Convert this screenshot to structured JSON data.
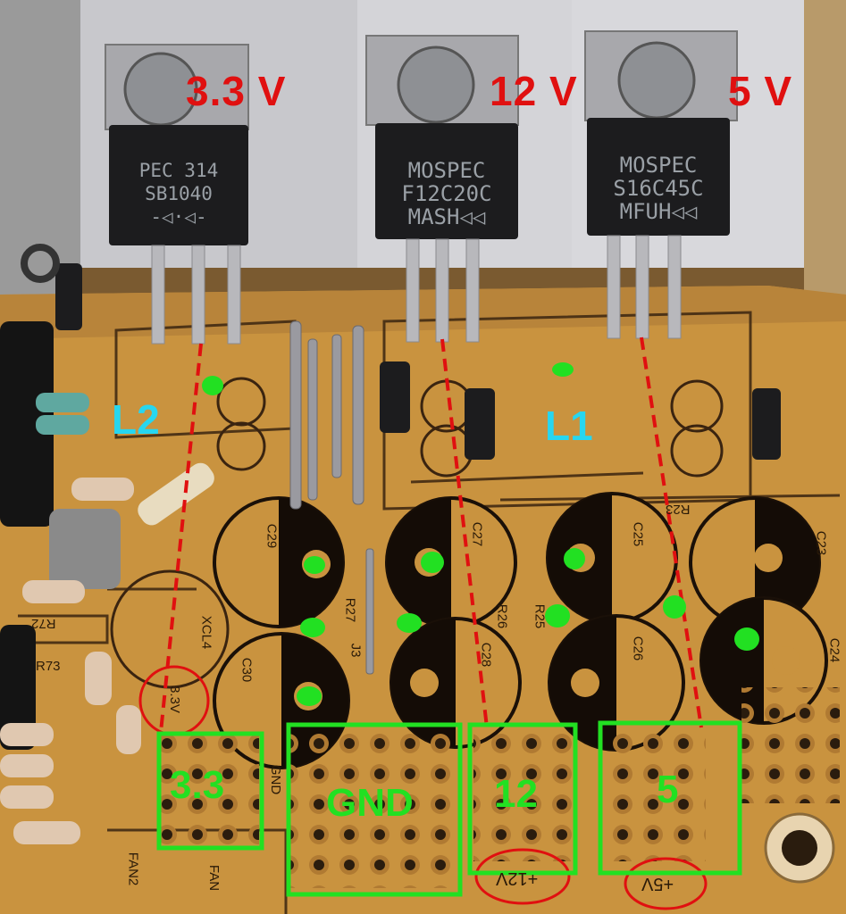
{
  "regulators": [
    {
      "voltage_label": "3.3 V",
      "marking": [
        "PEC 314",
        "SB1040",
        "-◁·◁-"
      ]
    },
    {
      "voltage_label": "12 V",
      "marking": [
        "MOSPEC",
        "F12C20C",
        "MASH◁◁"
      ]
    },
    {
      "voltage_label": "5 V",
      "marking": [
        "MOSPEC",
        "S16C45C",
        "MFUH◁◁"
      ]
    }
  ],
  "inductor_labels": [
    "L2",
    "L1"
  ],
  "output_labels": [
    "3.3",
    "GND",
    "12",
    "5"
  ],
  "pcb_silkscreen": {
    "capacitors": [
      "C29",
      "C27",
      "C25",
      "C23",
      "C30",
      "C28",
      "C26",
      "C24"
    ],
    "resistors": [
      "R27",
      "R26",
      "R25",
      "R23",
      "R72",
      "R73"
    ],
    "misc": [
      "XCL4",
      "J3",
      "FAN2",
      "FAN",
      "GND"
    ],
    "rail_marks": [
      "3.3V",
      "+12V",
      "+5V"
    ]
  },
  "colors": {
    "annotation_red": "#e01010",
    "inductor_label_cyan": "#27d6f0",
    "highlight_green": "#22e022",
    "pcb_orange": "#c9933f",
    "heatsink_gray": "#c8c8cc"
  }
}
